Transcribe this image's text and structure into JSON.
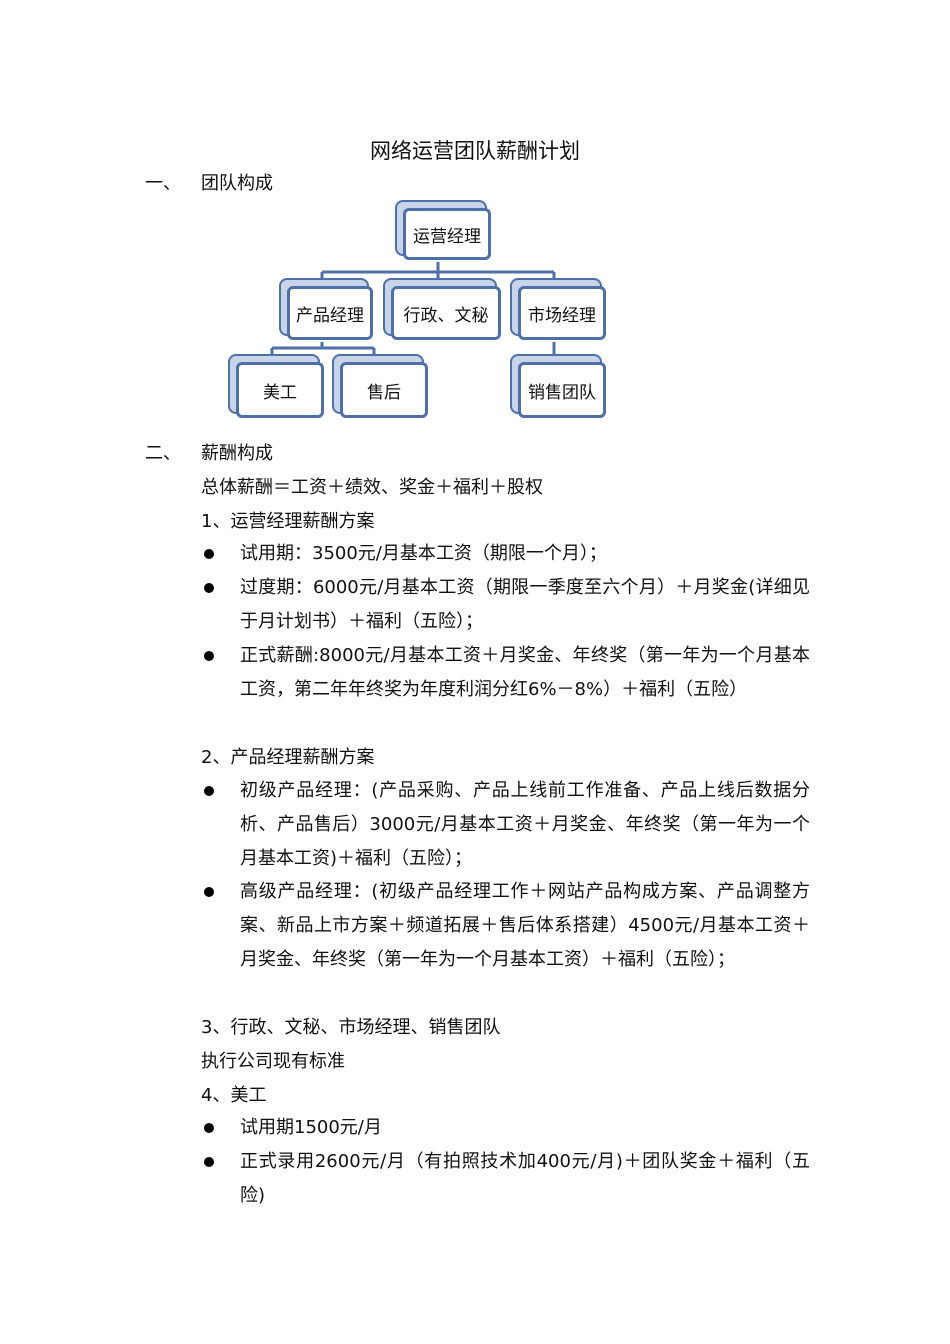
{
  "title": "网络运营团队薪酬计划",
  "section1": {
    "num": "一、",
    "label": "团队构成"
  },
  "org_chart": {
    "root": "运营经理",
    "level2": [
      "产品经理",
      "行政、文秘",
      "市场经理"
    ],
    "level3_product": [
      "美工",
      "售后"
    ],
    "level3_market": [
      "销售团队"
    ]
  },
  "section2": {
    "num": "二、",
    "label": "薪酬构成"
  },
  "formula": "总体薪酬＝工资＋绩效、奖金＋福利＋股权",
  "plan1": {
    "heading": "1、运营经理薪酬方案",
    "bullets": [
      "试用期：3500元/月基本工资（期限一个月）；",
      "过度期：6000元/月基本工资（期限一季度至六个月）＋月奖金(详细见于月计划书）＋福利（五险）；",
      "正式薪酬:8000元/月基本工资＋月奖金、年终奖（第一年为一个月基本工资，第二年年终奖为年度利润分红6%－8%）＋福利（五险）"
    ]
  },
  "plan2": {
    "heading": "2、产品经理薪酬方案",
    "bullets": [
      "初级产品经理：(产品采购、产品上线前工作准备、产品上线后数据分析、产品售后）3000元/月基本工资＋月奖金、年终奖（第一年为一个月基本工资)＋福利（五险）；",
      "高级产品经理：(初级产品经理工作＋网站产品构成方案、产品调整方案、新品上市方案＋频道拓展＋售后体系搭建）4500元/月基本工资＋月奖金、年终奖（第一年为一个月基本工资）＋福利（五险）；"
    ]
  },
  "plan3": {
    "heading": "3、行政、文秘、市场经理、销售团队",
    "text": "执行公司现有标准"
  },
  "plan4": {
    "heading": "4、美工",
    "bullets": [
      "试用期1500元/月",
      "正式录用2600元/月（有拍照技术加400元/月)＋团队奖金＋福利（五险)"
    ]
  }
}
